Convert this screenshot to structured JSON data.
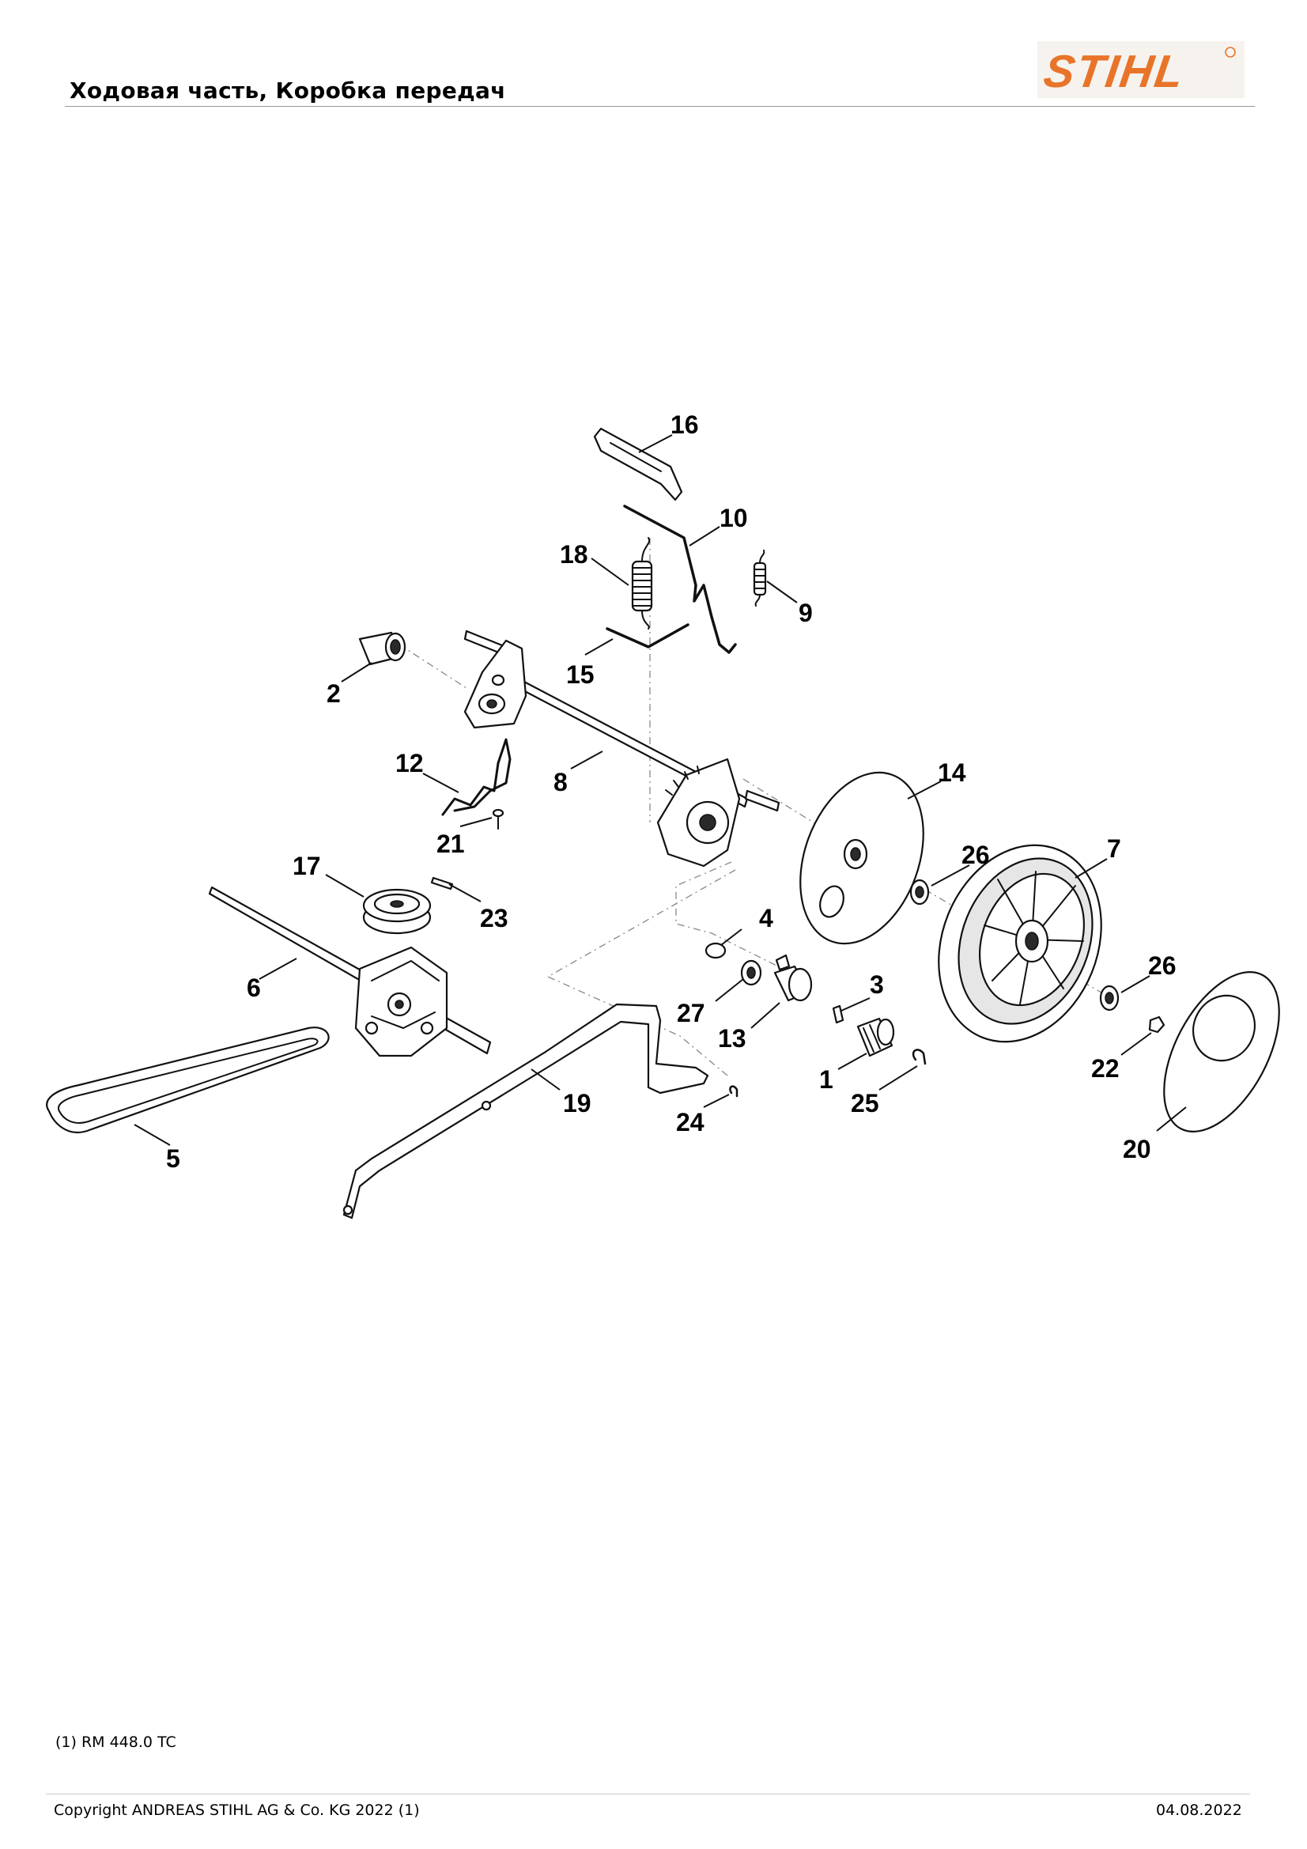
{
  "header": {
    "title": "Ходовая часть, Коробка передач",
    "brand": "STIHL",
    "brand_color": "#e8742a"
  },
  "diagram": {
    "callouts": [
      {
        "id": "16",
        "label": "16"
      },
      {
        "id": "10",
        "label": "10"
      },
      {
        "id": "18",
        "label": "18"
      },
      {
        "id": "9",
        "label": "9"
      },
      {
        "id": "15",
        "label": "15"
      },
      {
        "id": "2",
        "label": "2"
      },
      {
        "id": "12",
        "label": "12"
      },
      {
        "id": "8",
        "label": "8"
      },
      {
        "id": "14",
        "label": "14"
      },
      {
        "id": "21",
        "label": "21"
      },
      {
        "id": "26a",
        "label": "26"
      },
      {
        "id": "7",
        "label": "7"
      },
      {
        "id": "17",
        "label": "17"
      },
      {
        "id": "23",
        "label": "23"
      },
      {
        "id": "4",
        "label": "4"
      },
      {
        "id": "6",
        "label": "6"
      },
      {
        "id": "26b",
        "label": "26"
      },
      {
        "id": "3",
        "label": "3"
      },
      {
        "id": "27",
        "label": "27"
      },
      {
        "id": "13",
        "label": "13"
      },
      {
        "id": "22",
        "label": "22"
      },
      {
        "id": "1",
        "label": "1"
      },
      {
        "id": "19",
        "label": "19"
      },
      {
        "id": "25",
        "label": "25"
      },
      {
        "id": "24",
        "label": "24"
      },
      {
        "id": "5",
        "label": "5"
      },
      {
        "id": "20",
        "label": "20"
      }
    ]
  },
  "footer": {
    "note": "(1) RM 448.0 TC",
    "copyright": "Copyright ANDREAS STIHL AG & Co. KG 2022 (1)",
    "date": "04.08.2022"
  }
}
